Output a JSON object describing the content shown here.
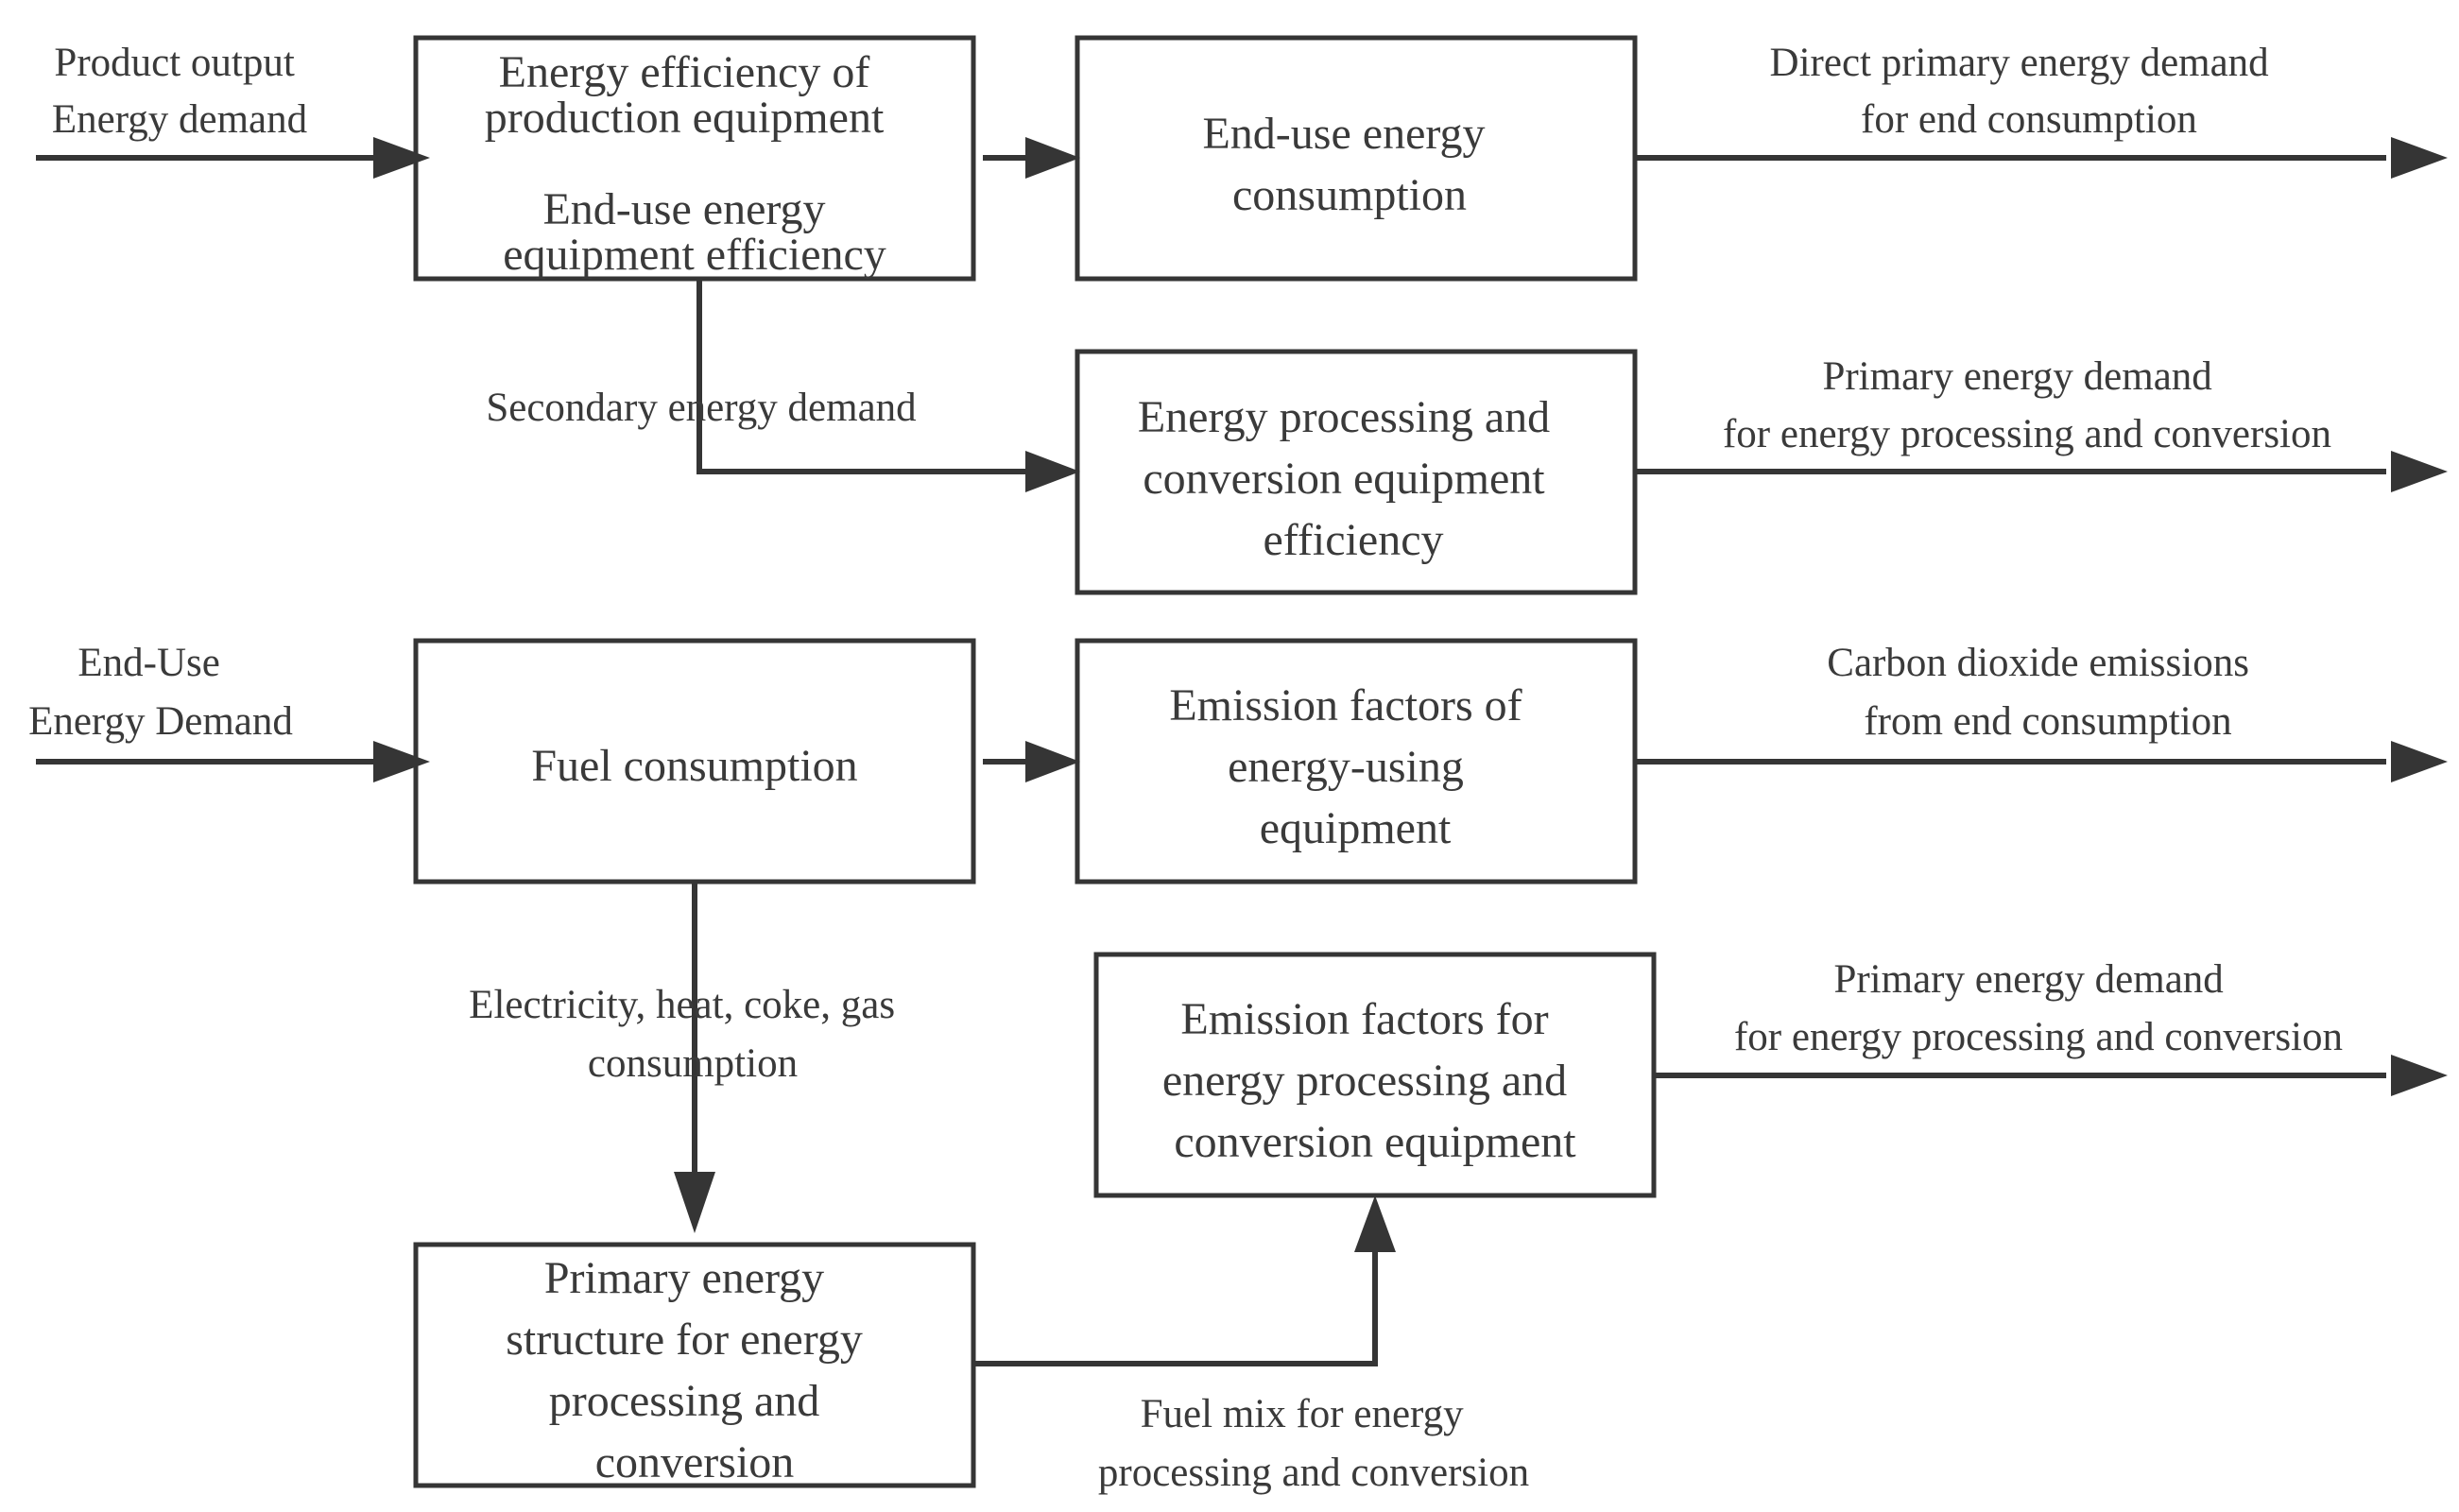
{
  "boxes": {
    "efficiency": {
      "lines_top": [
        "Energy efficiency of",
        "production equipment"
      ],
      "lines_bottom": [
        "End-use energy",
        "equipment efficiency"
      ]
    },
    "end_use": {
      "lines": [
        "End-use energy",
        "consumption"
      ]
    },
    "processing": {
      "lines": [
        "Energy processing and",
        "conversion equipment",
        "efficiency"
      ]
    },
    "fuel_consumption": {
      "lines": [
        "Fuel consumption"
      ]
    },
    "emission_using": {
      "lines": [
        "Emission factors of",
        "energy-using",
        "equipment"
      ]
    },
    "emission_processing": {
      "lines": [
        "Emission factors for",
        "energy processing and",
        "conversion equipment"
      ]
    },
    "primary_structure": {
      "lines": [
        "Primary energy",
        "structure for energy",
        "processing and",
        "conversion"
      ]
    }
  },
  "labels": {
    "product_output": [
      "Product output",
      "Energy demand"
    ],
    "end_use_demand": [
      "End-Use",
      "Energy Demand"
    ],
    "secondary_demand": [
      "Secondary energy demand"
    ],
    "electricity": [
      "Electricity, heat, coke, gas",
      "consumption"
    ],
    "fuel_mix": [
      "Fuel mix for energy",
      "processing and conversion"
    ],
    "direct_primary": [
      "Direct primary energy demand",
      "for end consumption"
    ],
    "primary_processing_1": [
      "Primary energy demand",
      "for energy processing and conversion"
    ],
    "co2": [
      "Carbon dioxide emissions",
      "from end consumption"
    ],
    "primary_processing_2": [
      "Primary energy demand",
      "for energy processing and conversion"
    ]
  }
}
